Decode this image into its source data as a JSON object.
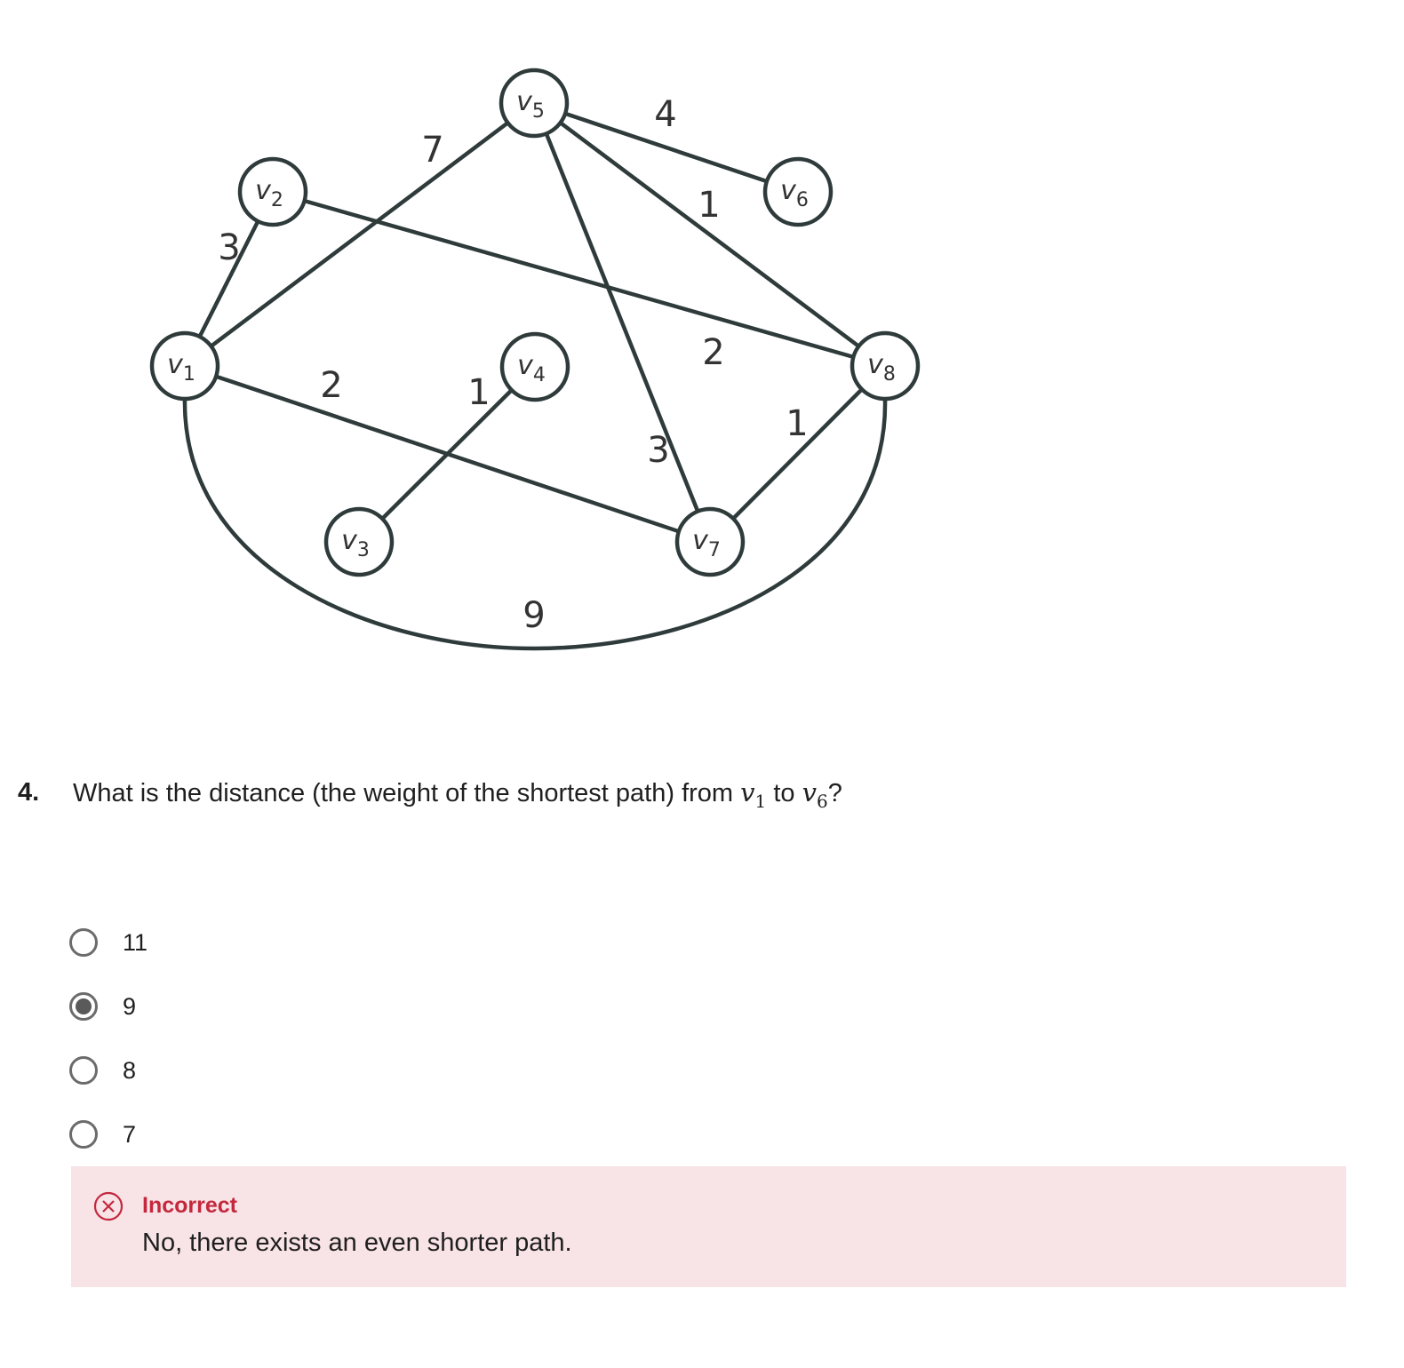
{
  "question": {
    "number": "4.",
    "text_before": "What is the distance (the weight of the shortest path) from ",
    "var1": "v",
    "var1_sub": "1",
    "text_middle": " to ",
    "var2": "v",
    "var2_sub": "6",
    "text_after": "?"
  },
  "graph": {
    "nodes": [
      {
        "id": "v1",
        "label": "v",
        "sub": "1"
      },
      {
        "id": "v2",
        "label": "v",
        "sub": "2"
      },
      {
        "id": "v3",
        "label": "v",
        "sub": "3"
      },
      {
        "id": "v4",
        "label": "v",
        "sub": "4"
      },
      {
        "id": "v5",
        "label": "v",
        "sub": "5"
      },
      {
        "id": "v6",
        "label": "v",
        "sub": "6"
      },
      {
        "id": "v7",
        "label": "v",
        "sub": "7"
      },
      {
        "id": "v8",
        "label": "v",
        "sub": "8"
      }
    ],
    "edges": [
      {
        "from": "v1",
        "to": "v2",
        "weight": "3"
      },
      {
        "from": "v1",
        "to": "v5",
        "weight": "7"
      },
      {
        "from": "v1",
        "to": "v7",
        "weight": "2"
      },
      {
        "from": "v1",
        "to": "v8",
        "weight": "9"
      },
      {
        "from": "v2",
        "to": "v8",
        "weight": "2"
      },
      {
        "from": "v3",
        "to": "v4",
        "weight": "1"
      },
      {
        "from": "v5",
        "to": "v6",
        "weight": "4"
      },
      {
        "from": "v5",
        "to": "v8",
        "weight": "1"
      },
      {
        "from": "v5",
        "to": "v7",
        "weight": "3"
      },
      {
        "from": "v7",
        "to": "v8",
        "weight": "1"
      }
    ]
  },
  "options": [
    {
      "label": "11",
      "selected": false
    },
    {
      "label": "9",
      "selected": true
    },
    {
      "label": "8",
      "selected": false
    },
    {
      "label": "7",
      "selected": false
    }
  ],
  "feedback": {
    "status": "Incorrect",
    "message": "No, there exists an even shorter path.",
    "color": "#c4283d",
    "background": "#f8e3e6",
    "icon": "close-circle-icon"
  }
}
